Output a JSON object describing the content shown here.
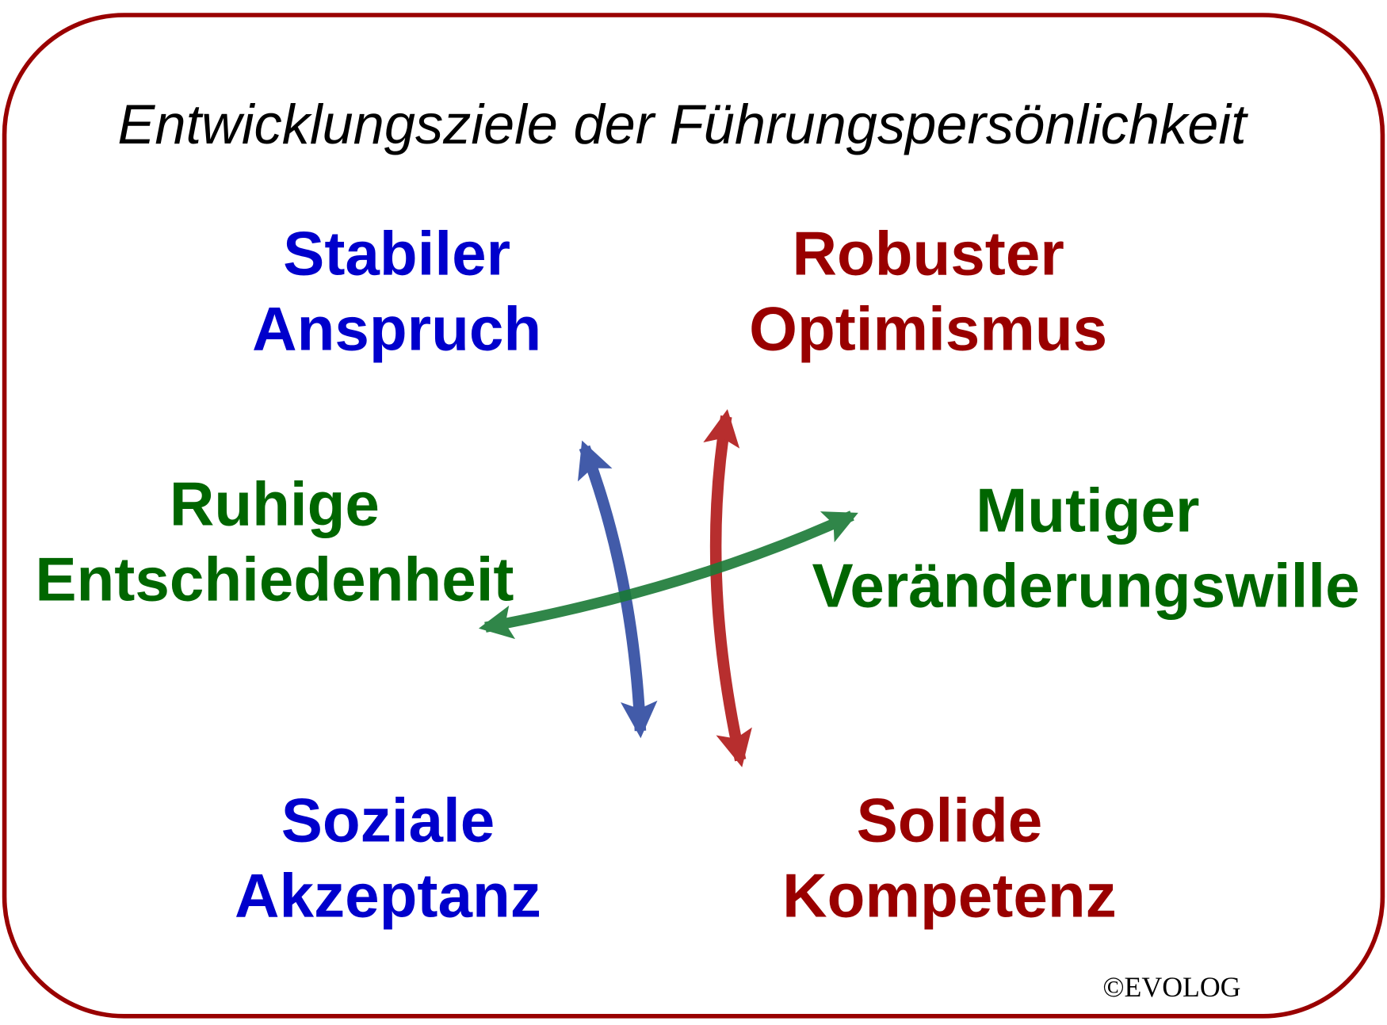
{
  "title": "Entwicklungsziele der Führungspersönlichkeit",
  "colors": {
    "border": "#990000",
    "blue": "#0000cc",
    "red": "#990000",
    "green": "#006600",
    "arrow_blue": "#2e4aa0",
    "arrow_red": "#b01818",
    "arrow_green": "#1a7a36"
  },
  "goals": {
    "top_left": {
      "line1": "Stabiler",
      "line2": "Anspruch"
    },
    "top_right": {
      "line1": "Robuster",
      "line2": "Optimismus"
    },
    "mid_left": {
      "line1": "Ruhige",
      "line2": "Entschiedenheit"
    },
    "mid_right": {
      "line1": "Mutiger",
      "line2": "Veränderungswille"
    },
    "bottom_left": {
      "line1": "Soziale",
      "line2": "Akzeptanz"
    },
    "bottom_right": {
      "line1": "Solide",
      "line2": "Kompetenz"
    }
  },
  "copyright": "©EVOLOG"
}
